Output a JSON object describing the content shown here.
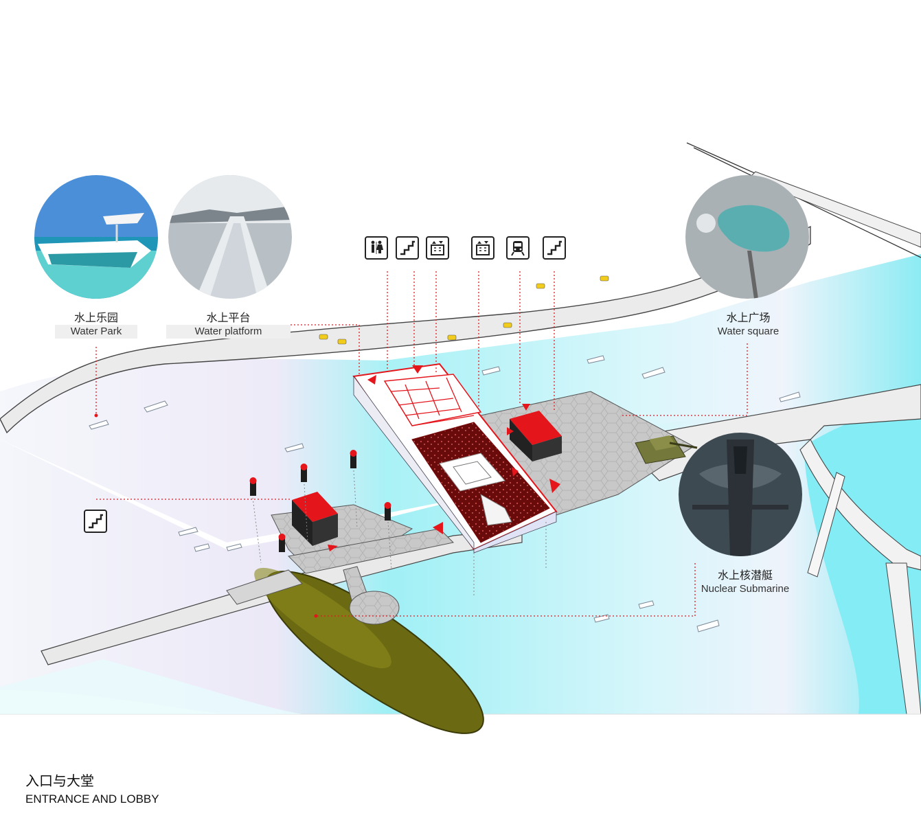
{
  "caption": {
    "title_cn": "入口与大堂",
    "title_en": "ENTRANCE AND LOBBY"
  },
  "callouts": {
    "water_park": {
      "cn": "水上乐园",
      "en": "Water Park"
    },
    "water_platform": {
      "cn": "水上平台",
      "en": "Water platform"
    },
    "water_square": {
      "cn": "水上广场",
      "en": "Water square"
    },
    "nuclear_submarine": {
      "cn": "水上核潜艇",
      "en": "Nuclear Submarine"
    }
  },
  "icons": [
    "restroom-icon",
    "stairs-icon",
    "elevator-icon",
    "elevator-icon",
    "metro-icon",
    "stairs-icon",
    "stairs-icon"
  ],
  "colors": {
    "accent_red": "#e4161c",
    "water": "#7fe9f2",
    "deck": "#c9c9c9"
  }
}
